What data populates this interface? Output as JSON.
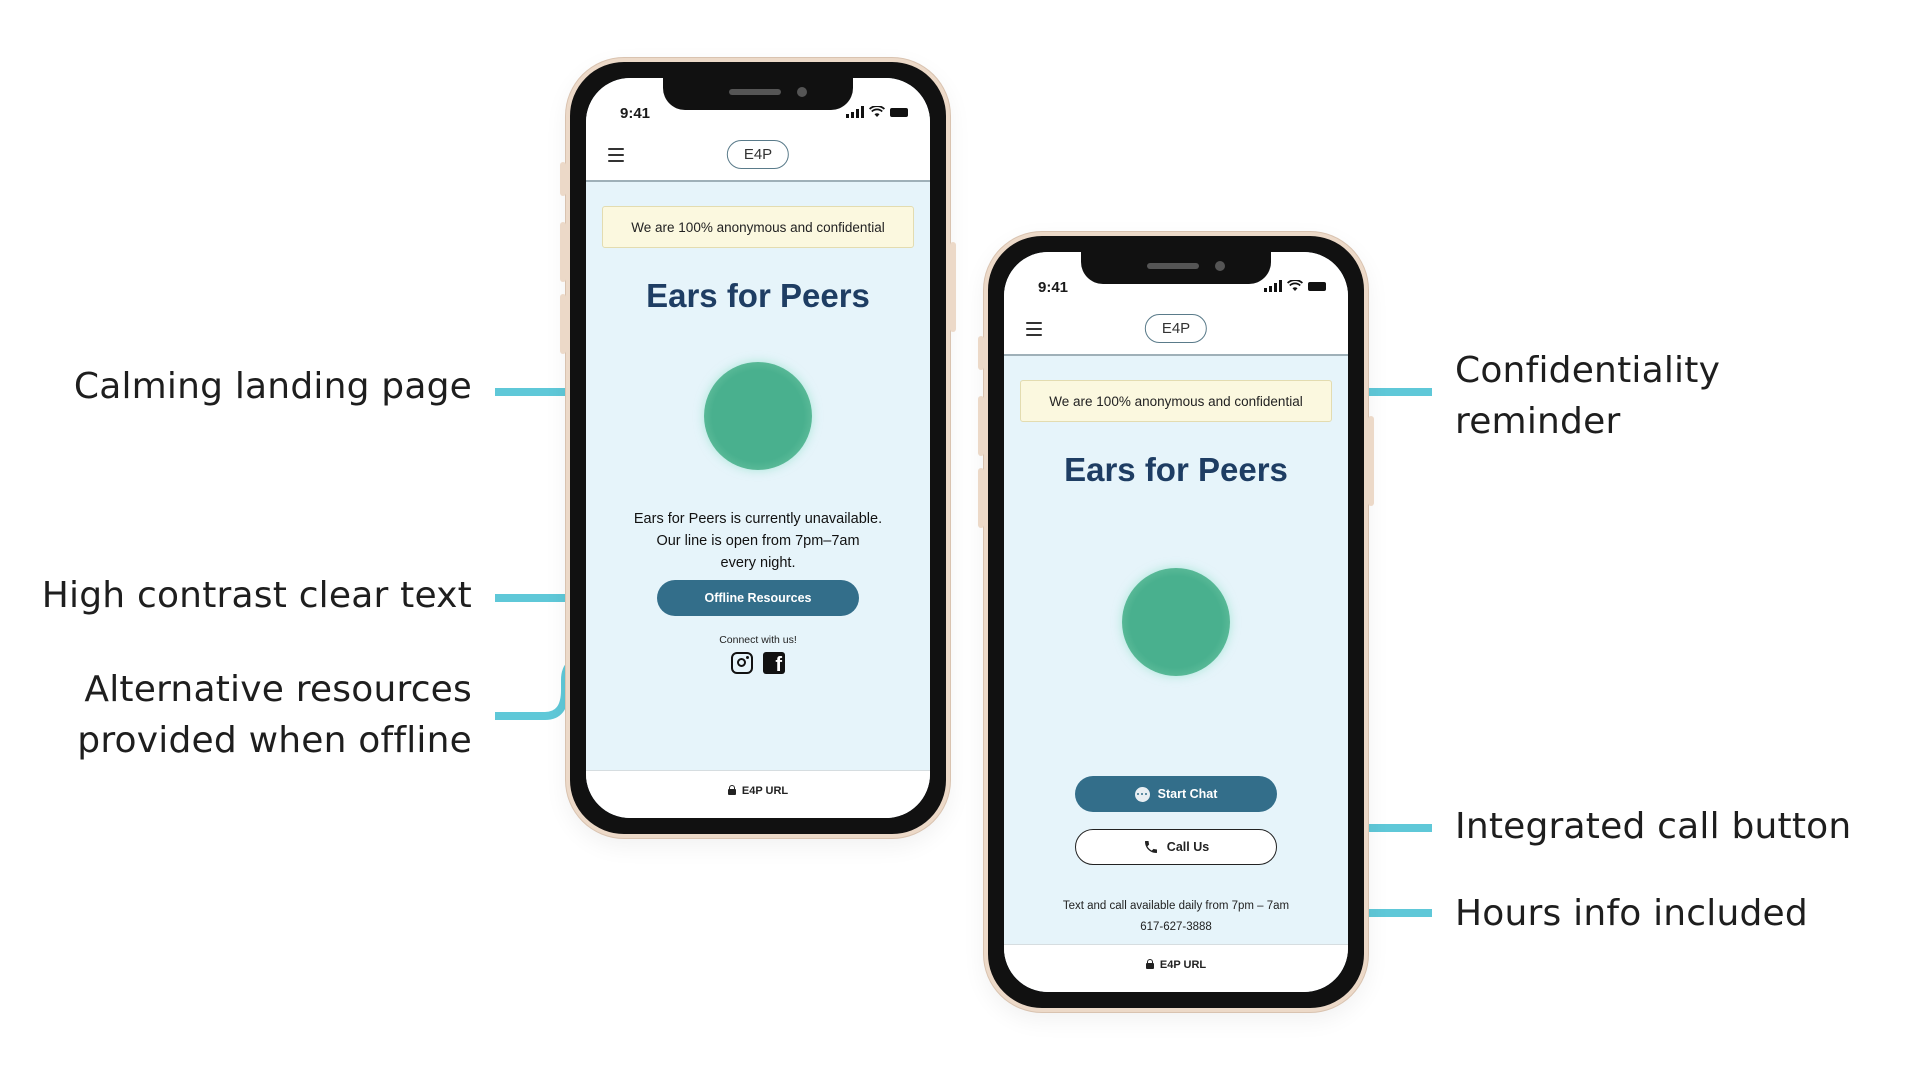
{
  "annotations": {
    "calming": "Calming landing page",
    "contrast": "High contrast clear text",
    "alternative_line1": "Alternative resources",
    "alternative_line2": "provided when offline",
    "confidentiality_line1": "Confidentiality",
    "confidentiality_line2": "reminder",
    "call_button": "Integrated call button",
    "hours": "Hours info included"
  },
  "colors": {
    "connector": "#5fc8d8",
    "title": "#1e3d63",
    "button": "#336e8a",
    "screen_bg": "#e6f4fa",
    "banner_bg": "#fbf8df",
    "orb": "#49b08e"
  },
  "phone_offline": {
    "time": "9:41",
    "logo": "E4P",
    "banner": "We are 100% anonymous and confidential",
    "title": "Ears for Peers",
    "status_line1": "Ears for Peers is currently unavailable.",
    "status_line2": "Our line is open from 7pm–7am",
    "status_line3": "every night.",
    "offline_button": "Offline Resources",
    "connect": "Connect with us!",
    "url": "E4P URL",
    "icons": [
      "menu-icon",
      "instagram-icon",
      "facebook-icon",
      "lock-icon"
    ]
  },
  "phone_online": {
    "time": "9:41",
    "logo": "E4P",
    "banner": "We are 100% anonymous and confidential",
    "title": "Ears for Peers",
    "chat_button": "Start Chat",
    "call_button": "Call Us",
    "hours_line1": "Text and call available daily from 7pm – 7am",
    "hours_line2": "617-627-3888",
    "url": "E4P URL",
    "icons": [
      "menu-icon",
      "chat-icon",
      "phone-icon",
      "lock-icon"
    ]
  }
}
